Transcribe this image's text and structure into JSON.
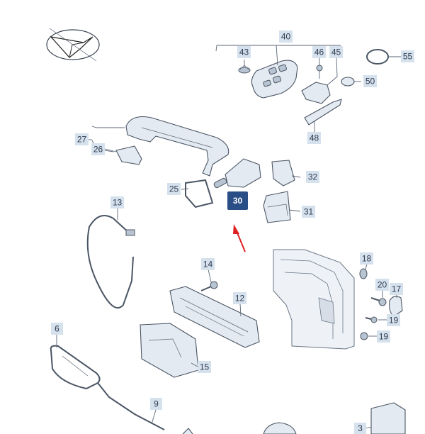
{
  "labels": {
    "p3": "3",
    "p6": "6",
    "p9": "9",
    "p12": "12",
    "p13": "13",
    "p14": "14",
    "p15": "15",
    "p17": "17",
    "p18": "18",
    "p19a": "19",
    "p19b": "19",
    "p20": "20",
    "p25": "25",
    "p26": "26",
    "p27": "27",
    "p30": "30",
    "p31": "31",
    "p32": "32",
    "p40": "40",
    "p43": "43",
    "p45": "45",
    "p46": "46",
    "p48": "48",
    "p50": "50",
    "p55": "55"
  },
  "colors": {
    "label_fill": "#d6e1ee",
    "highlight_fill": "#2a4f86",
    "arrow": "#e02020",
    "line": "#4a5564"
  },
  "highlighted_part": "30"
}
